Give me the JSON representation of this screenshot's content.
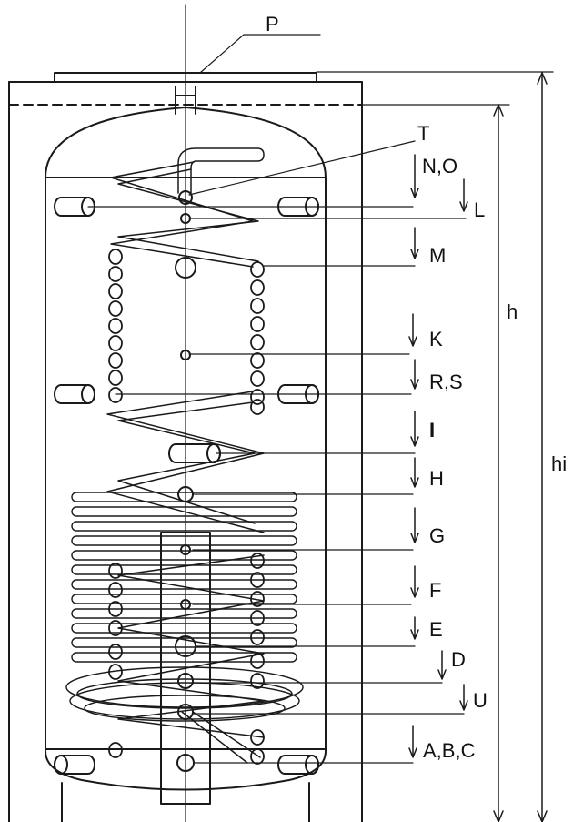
{
  "colors": {
    "ink": "#1a1a1a",
    "background": "#ffffff"
  },
  "labels": {
    "P": "P",
    "T": "T",
    "NO": "N,O",
    "L": "L",
    "M": "M",
    "h": "h",
    "K": "K",
    "RS": "R,S",
    "I": "I",
    "hi": "hi",
    "H": "H",
    "G": "G",
    "F": "F",
    "E": "E",
    "D": "D",
    "U": "U",
    "ABC": "A,B,C"
  }
}
